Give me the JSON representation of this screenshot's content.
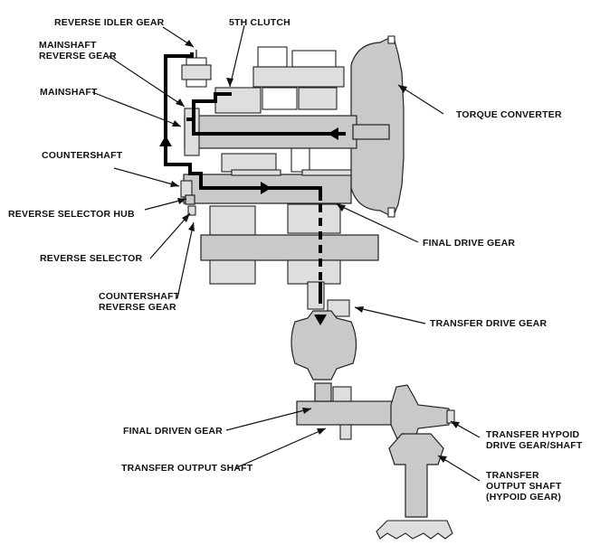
{
  "labels": {
    "reverse_idler_gear": "REVERSE IDLER GEAR",
    "fifth_clutch": "5TH CLUTCH",
    "mainshaft_reverse_gear_1": "MAINSHAFT",
    "mainshaft_reverse_gear_2": "REVERSE GEAR",
    "mainshaft": "MAINSHAFT",
    "torque_converter": "TORQUE CONVERTER",
    "countershaft": "COUNTERSHAFT",
    "reverse_selector_hub": "REVERSE SELECTOR HUB",
    "reverse_selector": "REVERSE SELECTOR",
    "final_drive_gear": "FINAL DRIVE GEAR",
    "countershaft_reverse_gear_1": "COUNTERSHAFT",
    "countershaft_reverse_gear_2": "REVERSE GEAR",
    "transfer_drive_gear": "TRANSFER DRIVE GEAR",
    "final_driven_gear": "FINAL DRIVEN GEAR",
    "transfer_hypoid_1": "TRANSFER HYPOID",
    "transfer_hypoid_2": "DRIVE GEAR/SHAFT",
    "transfer_output_shaft": "TRANSFER OUTPUT SHAFT",
    "transfer_output_hypoid_1": "TRANSFER",
    "transfer_output_hypoid_2": "OUTPUT SHAFT",
    "transfer_output_hypoid_3": "(HYPOID GEAR)"
  }
}
